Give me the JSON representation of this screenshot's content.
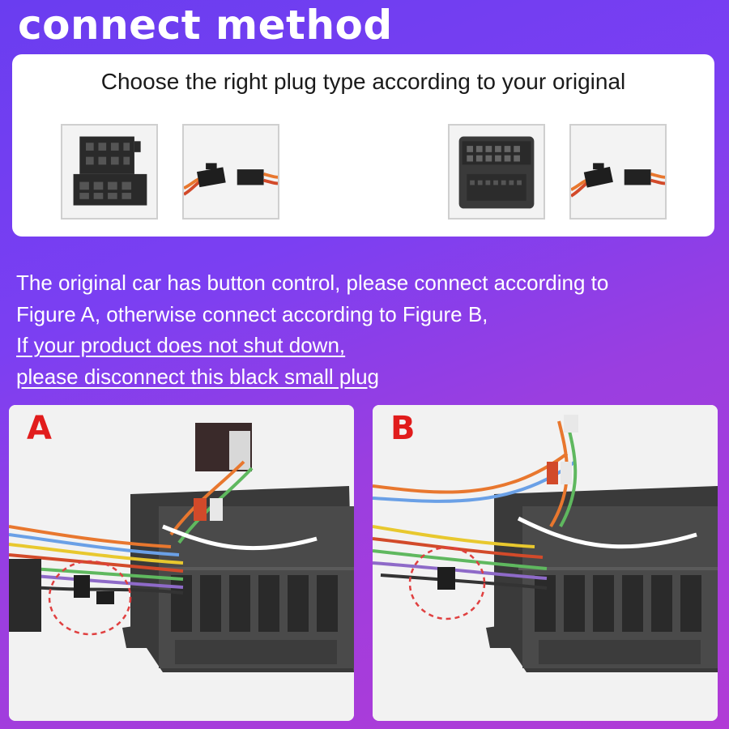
{
  "title": "connect method",
  "plug_panel": {
    "heading": "Choose the right plug type according to your original",
    "images": [
      {
        "icon": "iso-connector-icon"
      },
      {
        "icon": "small-black-plug-icon"
      },
      {
        "icon": "quadlock-connector-icon"
      },
      {
        "icon": "small-black-plug-icon"
      }
    ]
  },
  "instructions": {
    "line1": "The original car has button control, please connect according to",
    "line2": "Figure A, otherwise connect according to Figure B,",
    "line3": "If your product does not shut down,",
    "line4": "please disconnect this black small plug"
  },
  "figures": [
    {
      "label": "A"
    },
    {
      "label": "B"
    }
  ],
  "colors": {
    "background_start": "#6a3df0",
    "background_end": "#b13bd6",
    "figure_label": "#e11c1c",
    "circle_highlight": "#e04040"
  }
}
